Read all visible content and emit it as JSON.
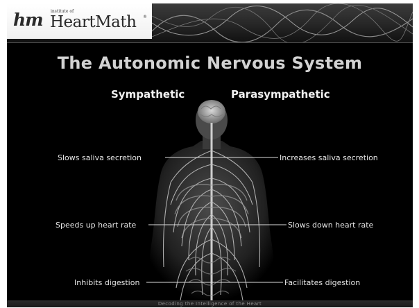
{
  "logo": {
    "mark": "hm",
    "institute": "institute of",
    "wordmark": "HeartMath",
    "registered": "®"
  },
  "slide": {
    "title": "The Autonomic Nervous System",
    "sympathetic_heading": "Sympathetic",
    "parasympathetic_heading": "Parasympathetic"
  },
  "labels": {
    "sympathetic": [
      "Slows saliva secretion",
      "Speeds up heart rate",
      "Inhibits digestion"
    ],
    "parasympathetic": [
      "Increases saliva secretion",
      "Slows down heart rate",
      "Facilitates digestion"
    ]
  },
  "footer": {
    "tagline": "Decoding the Intelligence of the Heart"
  },
  "colors": {
    "background": "#000000",
    "title_text": "#d2d2d2",
    "label_text": "#e6e6e6"
  }
}
